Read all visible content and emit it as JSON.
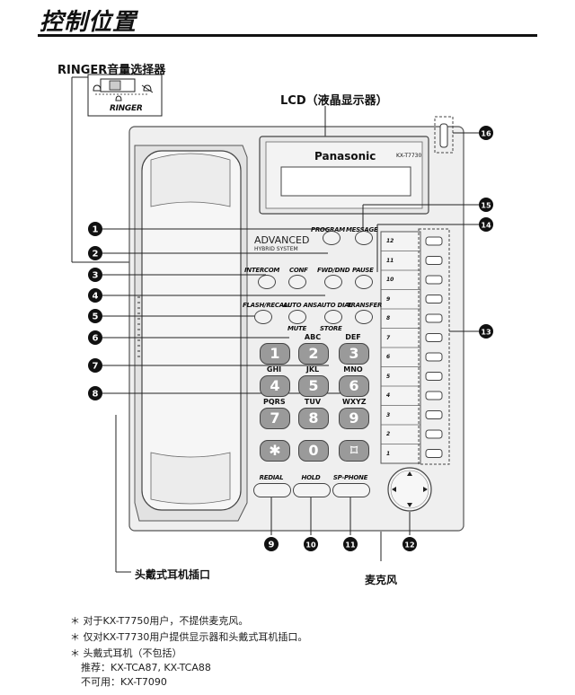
{
  "title": "控制位置",
  "ringer": {
    "label": "RINGER音量选择器",
    "switch_label": "RINGER"
  },
  "lcd": {
    "label": "LCD（液晶显示器）",
    "brand": "Panasonic",
    "model": "KX-T7730"
  },
  "advanced": {
    "line1": "ADVANCED",
    "line2": "HYBRID SYSTEM"
  },
  "keys": {
    "program": "PROGRAM",
    "message": "MESSAGE",
    "intercom": "INTERCOM",
    "conf": "CONF",
    "fwd_dnd": "FWD/DND",
    "pause": "PAUSE",
    "flash_recall": "FLASH/RECALL",
    "auto_ans": "AUTO ANS",
    "auto_dial": "AUTO DIAL",
    "transfer": "TRANSFER",
    "mute": "MUTE",
    "store": "STORE",
    "redial": "REDIAL",
    "hold": "HOLD",
    "sp_phone": "SP-PHONE"
  },
  "dialpad": [
    {
      "digit": "1",
      "letters": ""
    },
    {
      "digit": "2",
      "letters": "ABC"
    },
    {
      "digit": "3",
      "letters": "DEF"
    },
    {
      "digit": "4",
      "letters": "GHI"
    },
    {
      "digit": "5",
      "letters": "JKL"
    },
    {
      "digit": "6",
      "letters": "MNO"
    },
    {
      "digit": "7",
      "letters": "PQRS"
    },
    {
      "digit": "8",
      "letters": "TUV"
    },
    {
      "digit": "9",
      "letters": "WXYZ"
    },
    {
      "digit": "✱",
      "letters": ""
    },
    {
      "digit": "0",
      "letters": ""
    },
    {
      "digit": "⌑",
      "letters": ""
    }
  ],
  "dss_labels": [
    "12",
    "11",
    "10",
    "9",
    "8",
    "7",
    "6",
    "5",
    "4",
    "3",
    "2",
    "1"
  ],
  "callouts": [
    "1",
    "2",
    "3",
    "4",
    "5",
    "6",
    "7",
    "8",
    "9",
    "10",
    "11",
    "12",
    "13",
    "14",
    "15",
    "16"
  ],
  "headset_label": "头戴式耳机插口",
  "mic_label": "麦克风",
  "notes": [
    "＊ 对于KX-T7750用户，不提供麦克风。",
    "＊ 仅对KX-T7730用户提供显示器和头戴式耳机插口。",
    "＊ 头戴式耳机（不包括）",
    "推荐：KX-TCA87, KX-TCA88",
    "不可用：KX-T7090"
  ]
}
